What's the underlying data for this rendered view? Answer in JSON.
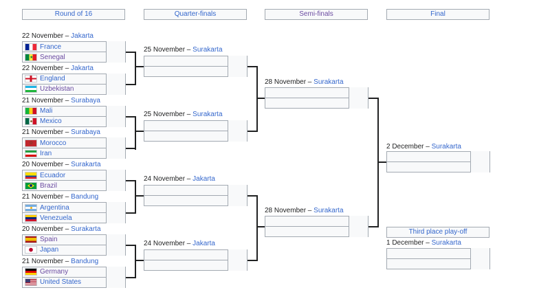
{
  "headers": {
    "round16": "Round of 16",
    "quarterfinals": "Quarter-finals",
    "semifinals": "Semi-finals",
    "final": "Final",
    "third_place": "Third place play-off"
  },
  "round16": [
    {
      "date": "22 November",
      "city": "Jakarta",
      "teams": [
        {
          "name": "France",
          "flag": "france"
        },
        {
          "name": "Senegal",
          "flag": "senegal"
        }
      ]
    },
    {
      "date": "22 November",
      "city": "Jakarta",
      "teams": [
        {
          "name": "England",
          "flag": "england"
        },
        {
          "name": "Uzbekistan",
          "flag": "uzbekistan"
        }
      ]
    },
    {
      "date": "21 November",
      "city": "Surabaya",
      "teams": [
        {
          "name": "Mali",
          "flag": "mali"
        },
        {
          "name": "Mexico",
          "flag": "mexico"
        }
      ]
    },
    {
      "date": "21 November",
      "city": "Surabaya",
      "teams": [
        {
          "name": "Morocco",
          "flag": "morocco"
        },
        {
          "name": "Iran",
          "flag": "iran"
        }
      ]
    },
    {
      "date": "20 November",
      "city": "Surakarta",
      "teams": [
        {
          "name": "Ecuador",
          "flag": "ecuador"
        },
        {
          "name": "Brazil",
          "flag": "brazil"
        }
      ]
    },
    {
      "date": "21 November",
      "city": "Bandung",
      "teams": [
        {
          "name": "Argentina",
          "flag": "argentina"
        },
        {
          "name": "Venezuela",
          "flag": "venezuela"
        }
      ]
    },
    {
      "date": "20 November",
      "city": "Surakarta",
      "teams": [
        {
          "name": "Spain",
          "flag": "spain"
        },
        {
          "name": "Japan",
          "flag": "japan"
        }
      ]
    },
    {
      "date": "21 November",
      "city": "Bandung",
      "teams": [
        {
          "name": "Germany",
          "flag": "germany"
        },
        {
          "name": "United States",
          "flag": "usa"
        }
      ]
    }
  ],
  "quarterfinals": [
    {
      "date": "25 November",
      "city": "Surakarta"
    },
    {
      "date": "25 November",
      "city": "Surakarta"
    },
    {
      "date": "24 November",
      "city": "Jakarta"
    },
    {
      "date": "24 November",
      "city": "Jakarta"
    }
  ],
  "semifinals": [
    {
      "date": "28 November",
      "city": "Surakarta"
    },
    {
      "date": "28 November",
      "city": "Surakarta"
    }
  ],
  "final": {
    "date": "2 December",
    "city": "Surakarta"
  },
  "third_place": {
    "date": "1 December",
    "city": "Surakarta"
  },
  "separator": " – "
}
